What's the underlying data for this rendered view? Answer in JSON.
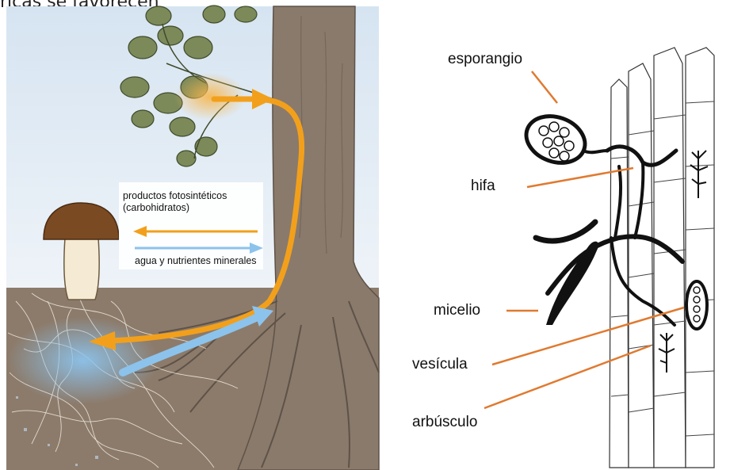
{
  "header": {
    "partial_text": "ricas se favorecen"
  },
  "left_panel": {
    "label_products": "productos fotosintéticos",
    "label_products_sub": "(carbohidratos)",
    "label_water": "agua y nutrientes minerales",
    "colors": {
      "sky": "#dce8f3",
      "soil": "#8c7b6b",
      "trunk": "#8a7a6c",
      "leaf": "#7c8a5a",
      "orange": "#f2a01b",
      "blue": "#8cc3ec",
      "cap": "#7a4a22",
      "stem": "#f5ebd4"
    }
  },
  "right_panel": {
    "labels": [
      "esporangio",
      "hifa",
      "micelio",
      "vesícula",
      "arbúsculo"
    ],
    "colors": {
      "leader": "#e07a30",
      "ink": "#111111"
    }
  }
}
